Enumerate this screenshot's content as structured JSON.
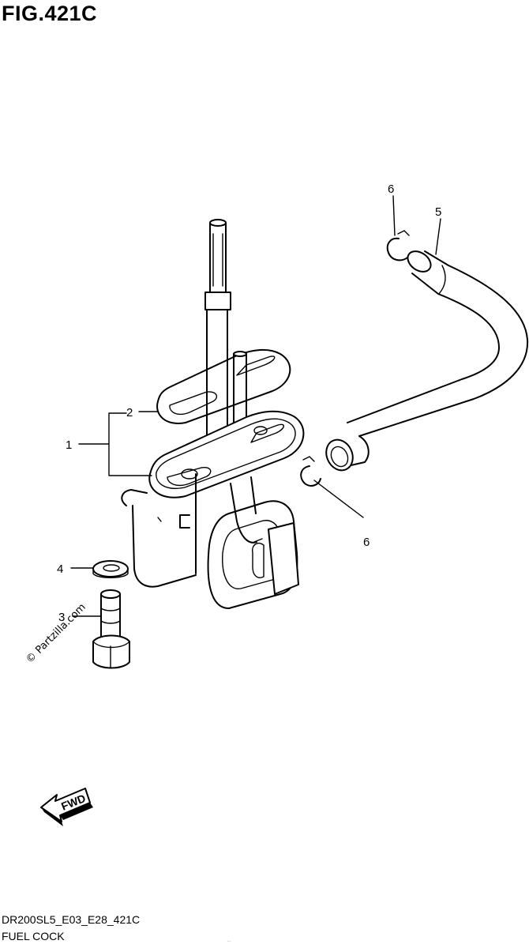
{
  "figure": {
    "title": "FIG.421C",
    "diagram_code": "DR200SL5_E03_E28_421C",
    "section_name": "FUEL COCK",
    "watermark": "© Partzilla.com",
    "fwd_label": "FWD",
    "small_print": "..."
  },
  "callouts": [
    {
      "id": "1",
      "label": "1"
    },
    {
      "id": "2",
      "label": "2"
    },
    {
      "id": "3",
      "label": "3"
    },
    {
      "id": "4",
      "label": "4"
    },
    {
      "id": "5",
      "label": "5"
    },
    {
      "id": "6a",
      "label": "6"
    },
    {
      "id": "6b",
      "label": "6"
    }
  ]
}
